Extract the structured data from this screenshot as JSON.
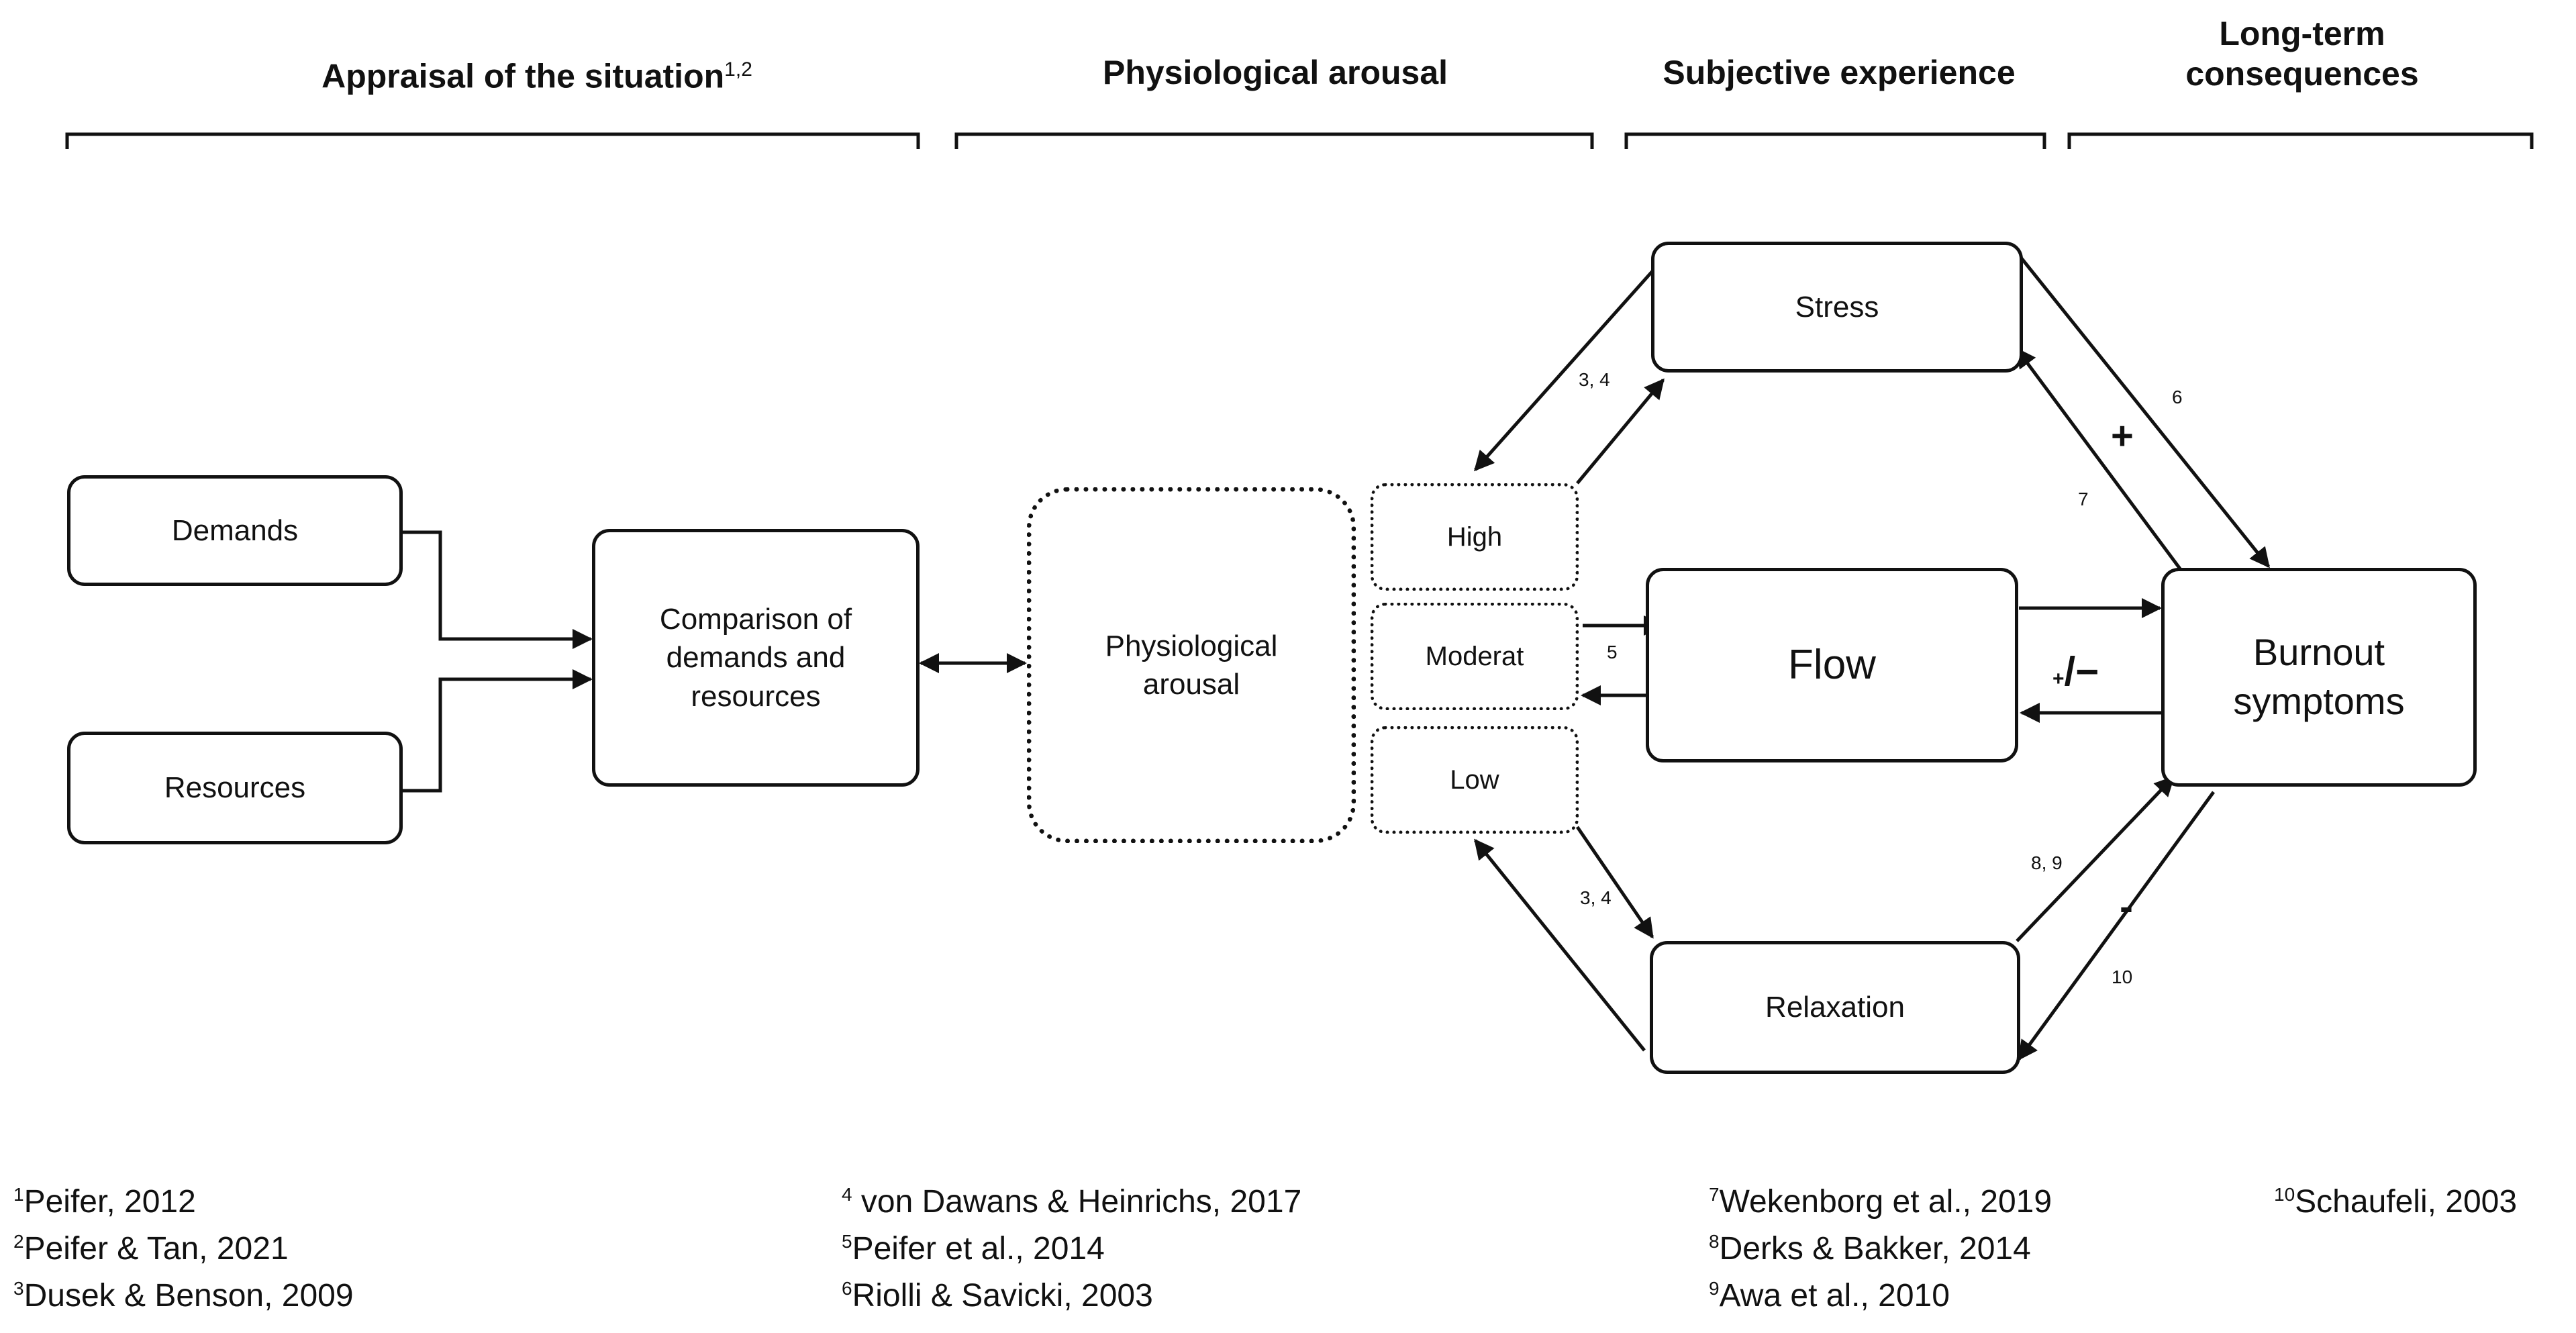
{
  "headers": {
    "appraisal": "Appraisal of the situation",
    "appraisal_refs": "1,2",
    "physiological": "Physiological arousal",
    "subjective": "Subjective experience",
    "longterm_line1": "Long-term",
    "longterm_line2": "consequences"
  },
  "boxes": {
    "demands": "Demands",
    "resources": "Resources",
    "comparison_line1": "Comparison of",
    "comparison_line2": "demands and",
    "comparison_line3": "resources",
    "arousal_line1": "Physiological",
    "arousal_line2": "arousal",
    "high": "High",
    "moderate": "Moderat",
    "low": "Low",
    "stress": "Stress",
    "flow": "Flow",
    "relaxation": "Relaxation",
    "burnout_line1": "Burnout",
    "burnout_line2": "symptoms"
  },
  "edge_labels": {
    "high_stress": "3, 4",
    "low_relaxation": "3, 4",
    "moderate_flow": "5",
    "stress_burnout": "6",
    "burnout_stress": "7",
    "relaxation_burnout": "8, 9",
    "burnout_relaxation": "10",
    "sign_plus": "+",
    "sign_plusminus_small": "+",
    "sign_plusminus_big": "/−",
    "sign_minus": "-"
  },
  "references": [
    {
      "num": "1",
      "text": "Peifer, 2012"
    },
    {
      "num": "2",
      "text": "Peifer & Tan, 2021"
    },
    {
      "num": "3",
      "text": "Dusek & Benson, 2009"
    },
    {
      "num": "4",
      "text": " von Dawans & Heinrichs, 2017"
    },
    {
      "num": "5",
      "text": "Peifer et al., 2014"
    },
    {
      "num": "6",
      "text": "Riolli & Savicki, 2003"
    },
    {
      "num": "7",
      "text": "Wekenborg et al., 2019"
    },
    {
      "num": "8",
      "text": "Derks & Bakker, 2014"
    },
    {
      "num": "9",
      "text": "Awa et al., 2010"
    },
    {
      "num": "10",
      "text": "Schaufeli, 2003"
    }
  ]
}
